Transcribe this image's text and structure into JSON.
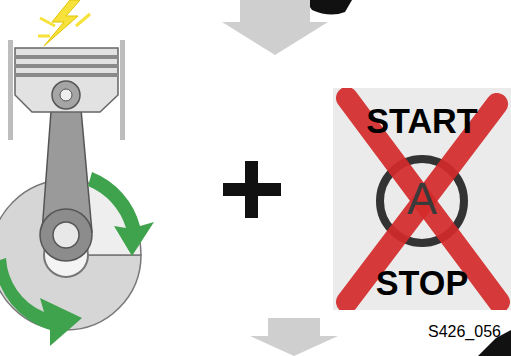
{
  "diagram": {
    "nodes": [
      {
        "text": [
          "START",
          "A",
          "STOP"
        ]
      }
    ],
    "labels": [
      "S426_056"
    ]
  }
}
